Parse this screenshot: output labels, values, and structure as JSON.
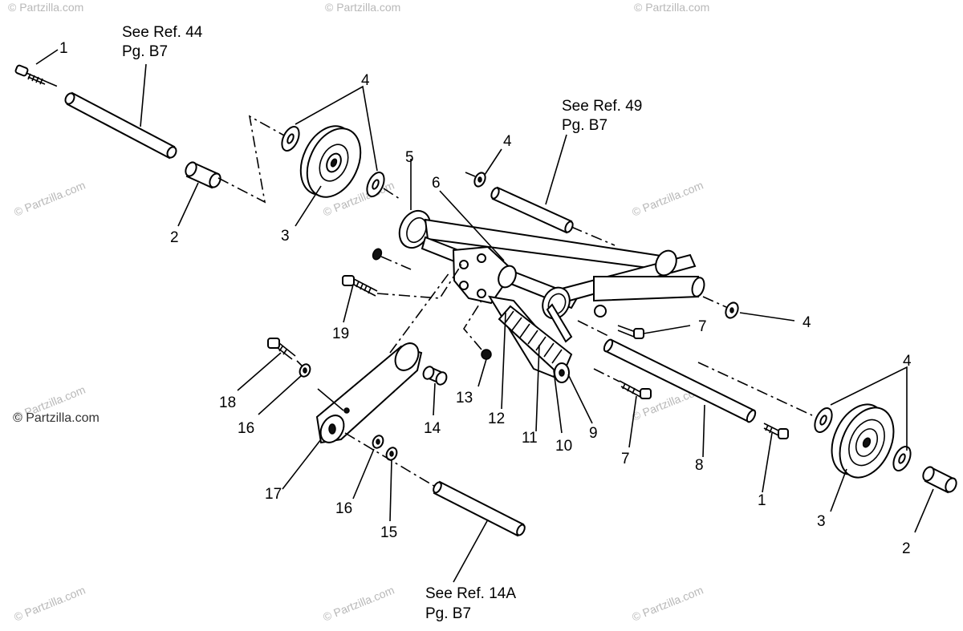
{
  "callouts": {
    "c1_left": "1",
    "c2_left": "2",
    "c3_left": "3",
    "c4_top": "4",
    "c5": "5",
    "c6": "6",
    "c4_upper": "4",
    "c4_right": "4",
    "c7_upper": "7",
    "c4_lower_right": "4",
    "c19": "19",
    "c18": "18",
    "c16_left": "16",
    "c17": "17",
    "c14": "14",
    "c13": "13",
    "c12": "12",
    "c11": "11",
    "c10": "10",
    "c9": "9",
    "c7_lower": "7",
    "c8": "8",
    "c1_right": "1",
    "c3_right": "3",
    "c2_right": "2",
    "c16_lower": "16",
    "c15": "15"
  },
  "references": {
    "ref44": {
      "line1": "See Ref. 44",
      "line2": "Pg. B7"
    },
    "ref49": {
      "line1": "See Ref. 49",
      "line2": "Pg. B7"
    },
    "ref14a": {
      "line1": "See Ref. 14A",
      "line2": "Pg. B7"
    }
  },
  "watermark": {
    "text": "© Partzilla.com",
    "color": "#b8b8b8"
  }
}
